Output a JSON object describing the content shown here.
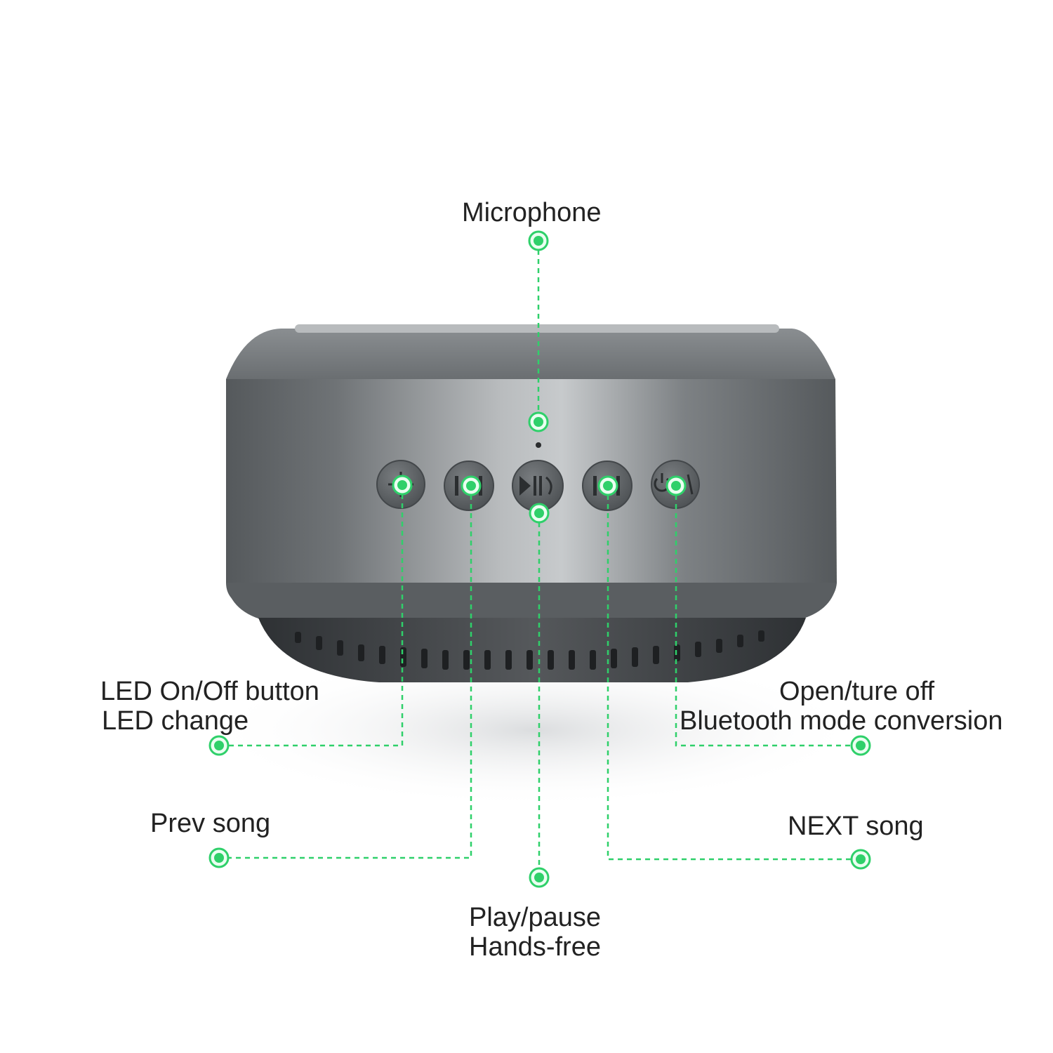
{
  "colors": {
    "callout": "#2fd06a",
    "callout_fill": "#e9fff0",
    "speaker_body": "#6e7275",
    "speaker_highlight": "#c9ccce",
    "speaker_grille": "#3a3d40",
    "button": "#5b5f63"
  },
  "labels": {
    "microphone": "Microphone",
    "led_line1": "LED On/Off button",
    "led_line2": "LED change",
    "bt_line1": "Open/ture off",
    "bt_line2": "Bluetooth mode conversion",
    "prev": "Prev song",
    "next": "NEXT song",
    "play_line1": "Play/pause",
    "play_line2": "Hands-free"
  },
  "buttons": [
    {
      "icon": "light-icon"
    },
    {
      "icon": "previous-track-icon"
    },
    {
      "icon": "play-pause-call-icon"
    },
    {
      "icon": "next-track-icon"
    },
    {
      "icon": "power-mode-icon"
    }
  ]
}
